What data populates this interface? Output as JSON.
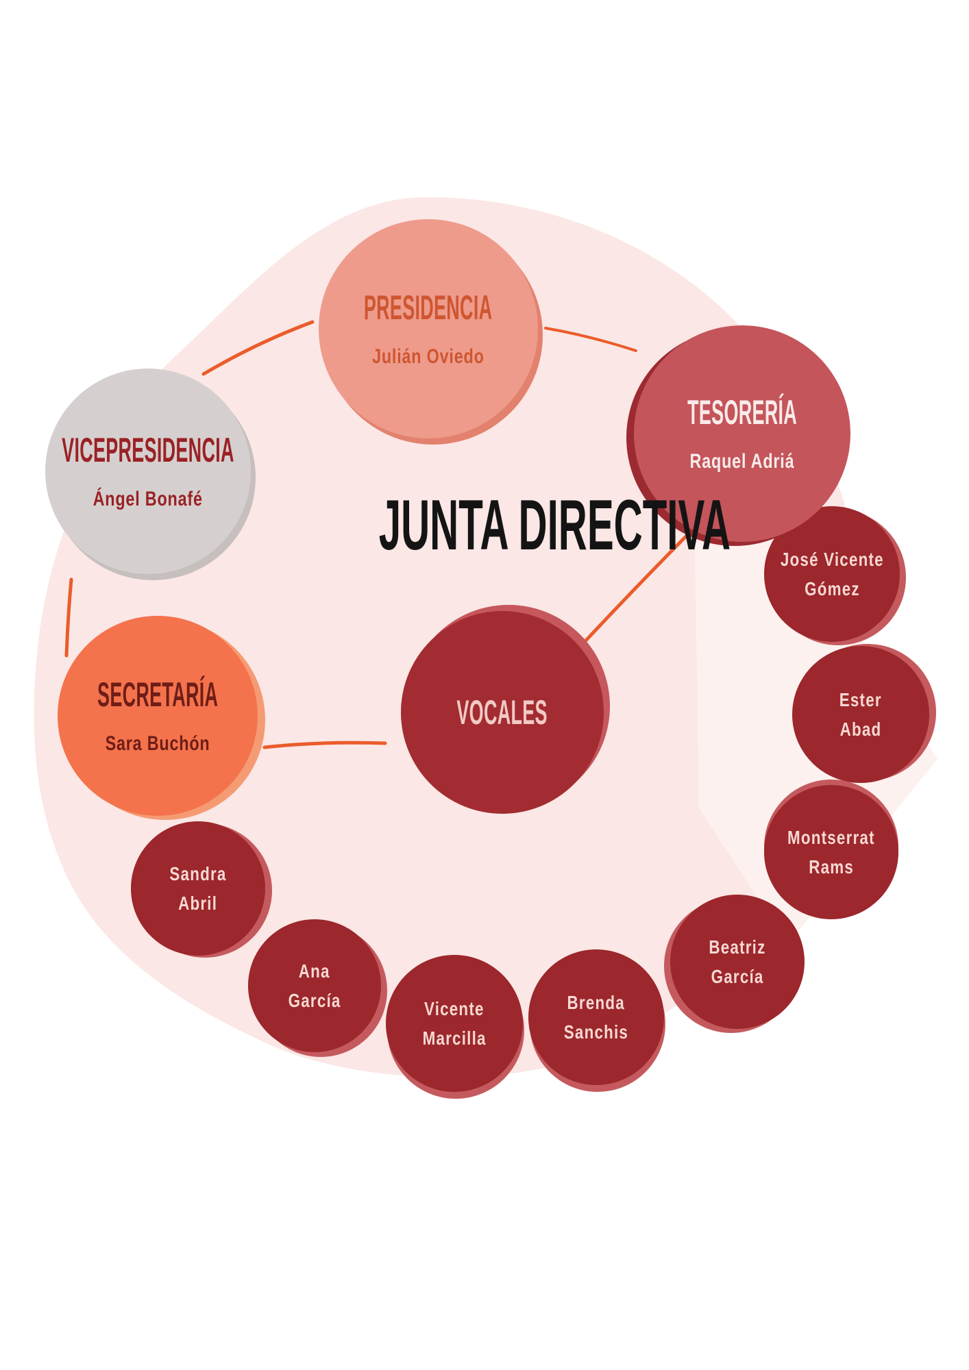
{
  "title": "JUNTA DIRECTIVA",
  "roles": {
    "presidencia": {
      "label": "PRESIDENCIA",
      "person": "Julián Oviedo"
    },
    "vicepresidencia": {
      "label": "VICEPRESIDENCIA",
      "person": "Ángel Bonafé"
    },
    "tesoreria": {
      "label": "TESORERÍA",
      "person": "Raquel Adriá"
    },
    "secretaria": {
      "label": "SECRETARÍA",
      "person": "Sara Buchón"
    },
    "vocales": {
      "label": "VOCALES"
    }
  },
  "members": [
    {
      "line1": "José Vicente",
      "line2": "Gómez"
    },
    {
      "line1": "Ester",
      "line2": "Abad"
    },
    {
      "line1": "Montserrat",
      "line2": "Rams"
    },
    {
      "line1": "Beatriz",
      "line2": "García"
    },
    {
      "line1": "Brenda",
      "line2": "Sanchis"
    },
    {
      "line1": "Vicente",
      "line2": "Marcilla"
    },
    {
      "line1": "Ana",
      "line2": "García"
    },
    {
      "line1": "Sandra",
      "line2": "Abril"
    }
  ],
  "palette": {
    "blob": "#FBE7E5",
    "blob_light": "#FDF1EF",
    "stroke": "#EA5C2B",
    "title_color": "#141414",
    "presidencia_fill": "#EE9B8C",
    "presidencia_rim": "#E2826E",
    "presidencia_text": "#CE5630",
    "vicepresidencia_fill": "#D5D0CF",
    "vicepresidencia_rim": "#C6BFBE",
    "vicepresidencia_text": "#9A2125",
    "tesoreria_fill": "#C4555B",
    "tesoreria_rim": "#9C2B31",
    "tesoreria_text": "#F8ECE9",
    "secretaria_fill": "#F4734C",
    "secretaria_rim": "#F59B73",
    "secretaria_text": "#6E1D17",
    "vocales_fill": "#A22C31",
    "vocales_rim": "#C5575D",
    "vocales_text": "#F2C9C5",
    "member_fill": "#9C272C",
    "member_rim": "#C45A5E",
    "member_text": "#F7D8D3"
  }
}
